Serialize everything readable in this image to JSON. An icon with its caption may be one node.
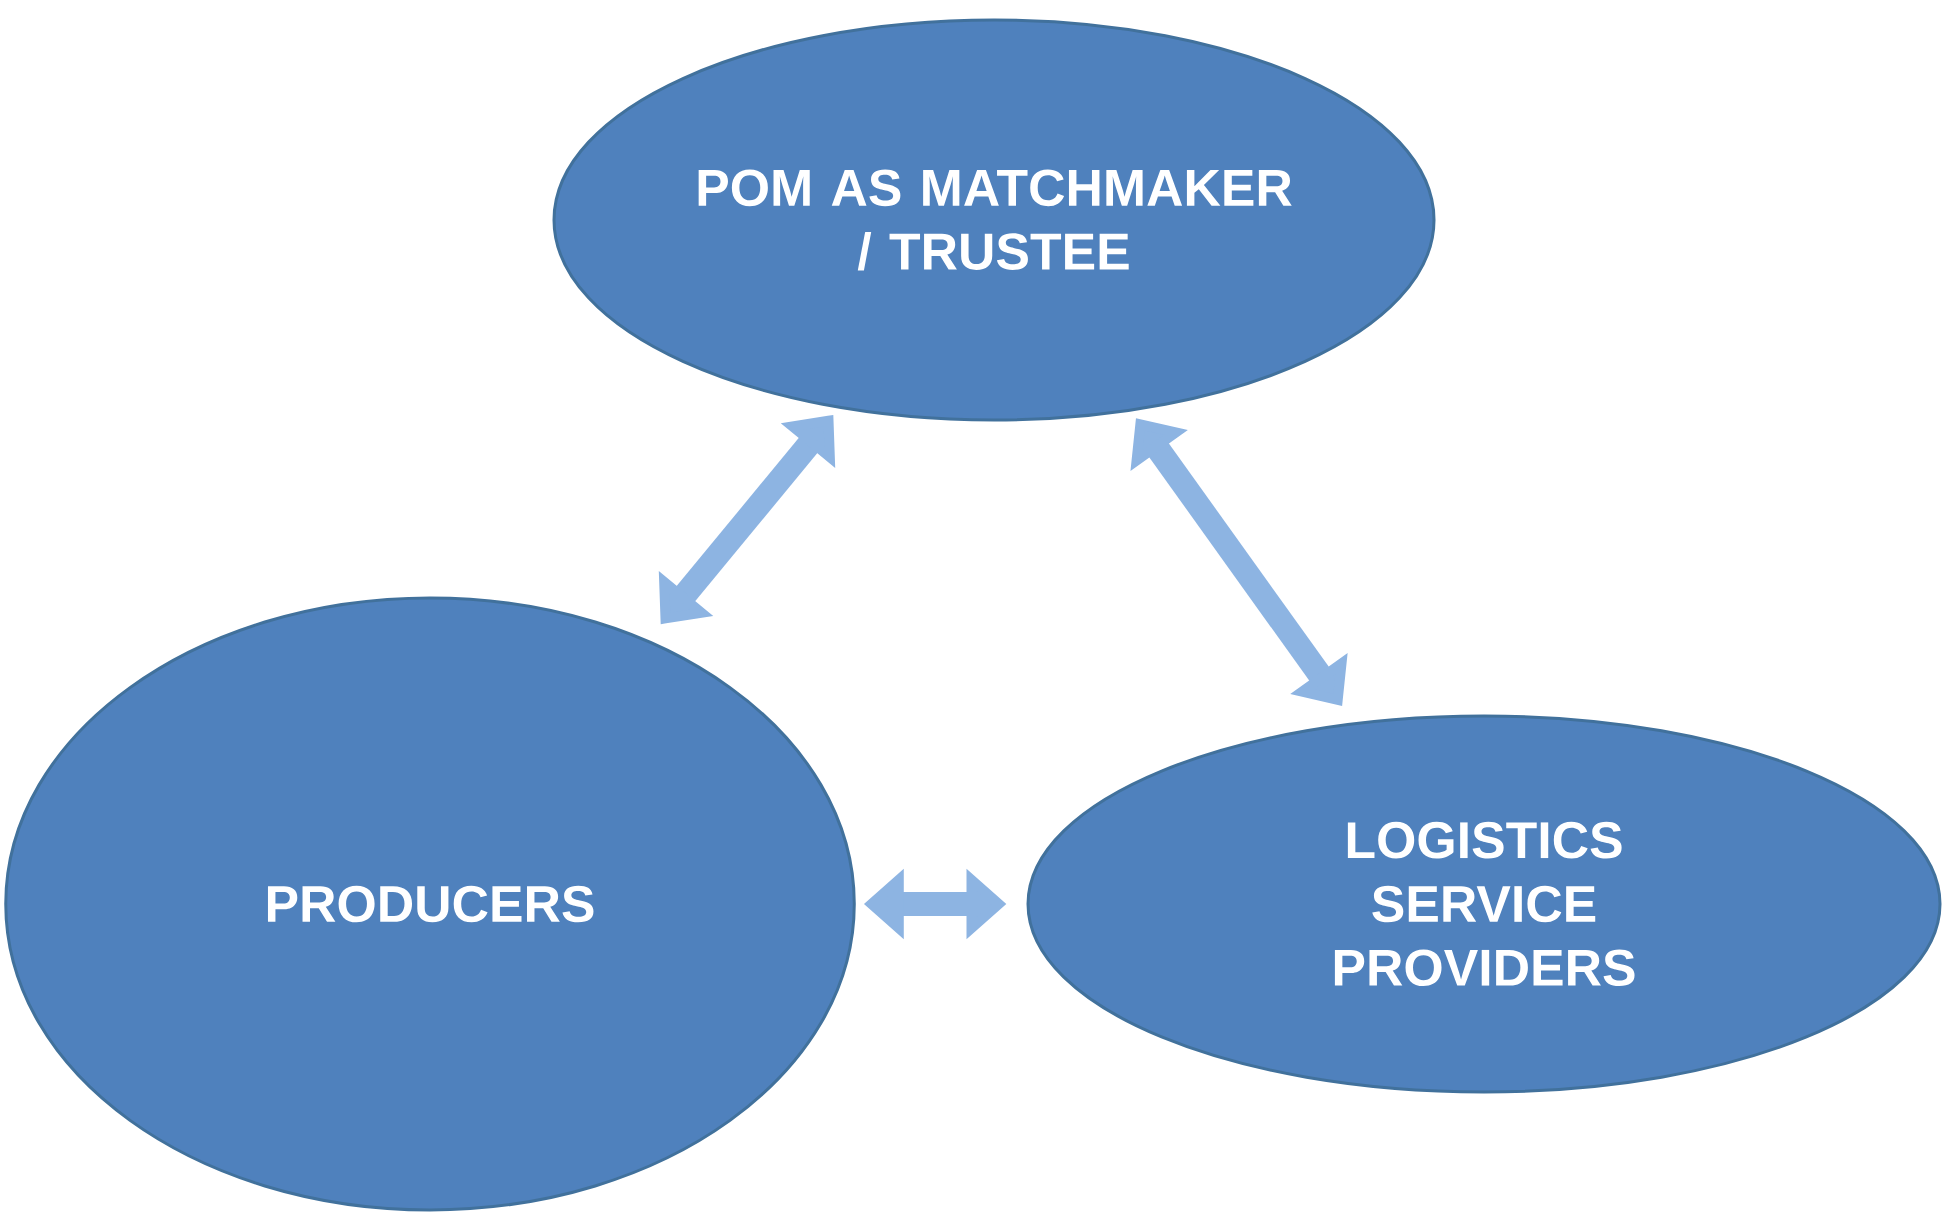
{
  "diagram": {
    "nodes": [
      {
        "text": [
          "POM AS MATCHMAKER / TRUSTEE"
        ]
      },
      {
        "text": [
          "PRODUCERS"
        ]
      },
      {
        "text": [
          "LOGISTICS SERVICE PROVIDERS"
        ]
      }
    ],
    "edges": [
      {
        "from": 0,
        "to": 1,
        "arrow": "both"
      },
      {
        "from": 0,
        "to": 2,
        "arrow": "both"
      },
      {
        "from": 1,
        "to": 2,
        "arrow": "both"
      }
    ]
  }
}
